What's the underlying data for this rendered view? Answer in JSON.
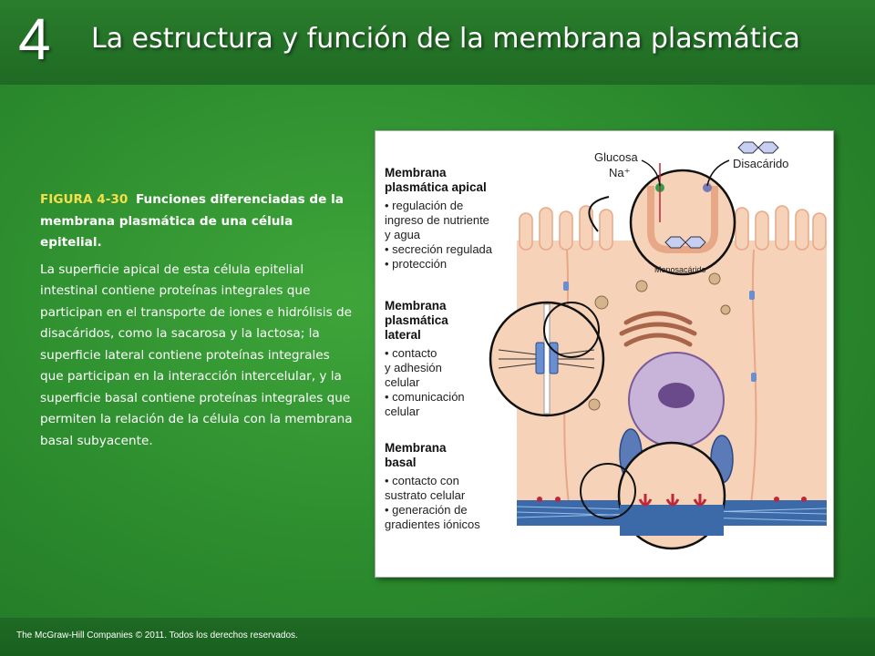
{
  "header": {
    "chapter_number": "4",
    "title": "La estructura y función de la membrana plasmática"
  },
  "caption": {
    "figure_id": "FIGURA 4-30",
    "figure_title": "Funciones diferenciadas de la membrana plasmática de una célula epitelial.",
    "body": "La superficie apical de esta célula epitelial intestinal contiene proteínas integrales que participan en el transporte de iones e hidrólisis de disacáridos, como la sacarosa y la lactosa; la superficie lateral contiene proteínas integrales que participan en la interacción intercelular, y la superficie basal contiene proteínas integrales que permiten la relación de la célula con la membrana basal subyacente."
  },
  "figure": {
    "labels": {
      "glucosa": "Glucosa",
      "na": "Na⁺",
      "disacarido": "Disacárido",
      "monosacarido": "Monosacárido"
    },
    "apical": {
      "heading_1": "Membrana",
      "heading_2": "plasmática apical",
      "items": [
        "• regulación de",
        "  ingreso de nutriente",
        "  y agua",
        "• secreción regulada",
        "• protección"
      ]
    },
    "lateral": {
      "heading_1": "Membrana",
      "heading_2": "plasmática",
      "heading_3": "lateral",
      "items": [
        "• contacto",
        "  y adhesión",
        "  celular",
        "• comunicación",
        "  celular"
      ]
    },
    "basal": {
      "heading_1": "Membrana",
      "heading_2": "basal",
      "items": [
        "• contacto con",
        "  sustrato celular",
        "• generación de",
        "  gradientes iónicos"
      ]
    }
  },
  "footer": {
    "copyright": "The McGraw-Hill Companies © 2011. Todos los derechos reservados."
  }
}
